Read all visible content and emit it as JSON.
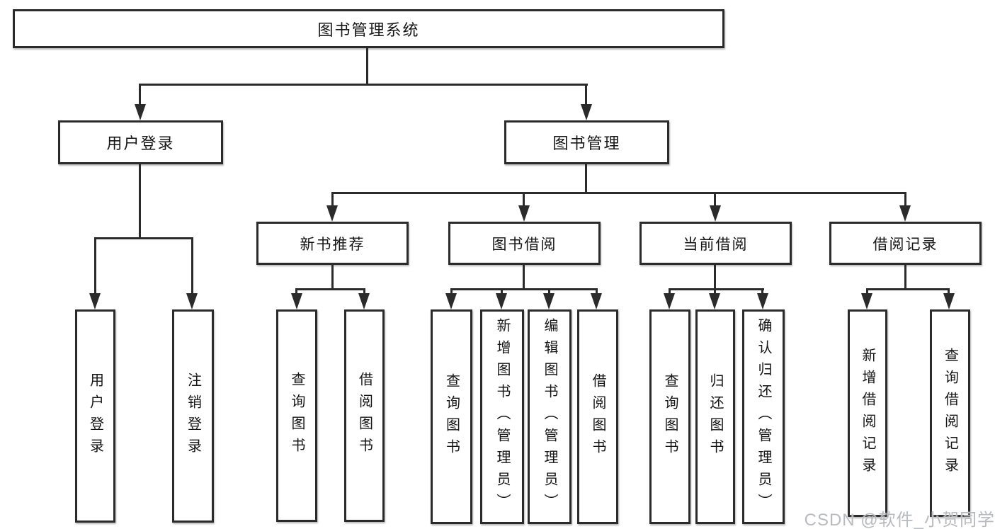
{
  "diagram": {
    "root": {
      "label": "图书管理系统"
    },
    "branches": [
      {
        "label": "用户登录",
        "children": [
          {
            "label": "用户登录"
          },
          {
            "label": "注销登录"
          }
        ]
      },
      {
        "label": "图书管理",
        "children": [
          {
            "label": "新书推荐",
            "children": [
              {
                "label": "查询图书"
              },
              {
                "label": "借阅图书"
              }
            ]
          },
          {
            "label": "图书借阅",
            "children": [
              {
                "label": "查询图书"
              },
              {
                "label": "新增图书（管理员）"
              },
              {
                "label": "编辑图书（管理员）"
              },
              {
                "label": "借阅图书"
              }
            ]
          },
          {
            "label": "当前借阅",
            "children": [
              {
                "label": "查询图书"
              },
              {
                "label": "归还图书"
              },
              {
                "label": "确认归还（管理员）"
              }
            ]
          },
          {
            "label": "借阅记录",
            "children": [
              {
                "label": "新增借阅记录"
              },
              {
                "label": "查询借阅记录"
              }
            ]
          }
        ]
      }
    ]
  },
  "watermark": {
    "text": "CSDN @软件_小贺同学"
  },
  "colors": {
    "line": "#2b2b2b",
    "box_border": "#2b2b2b",
    "background": "#ffffff",
    "text": "#151515",
    "watermark": "#b7babe"
  }
}
